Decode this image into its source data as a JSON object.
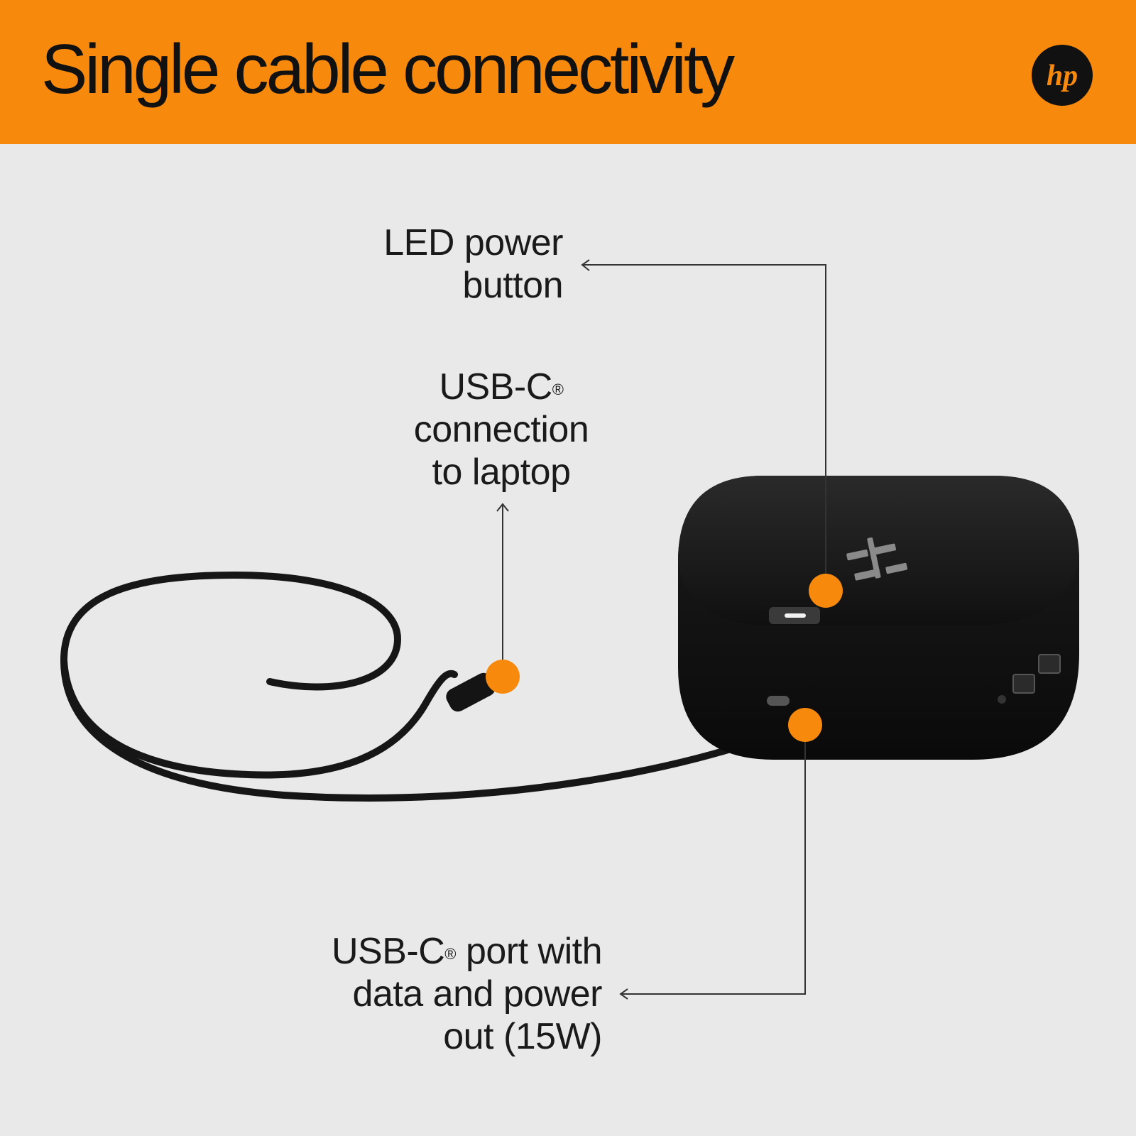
{
  "header": {
    "title": "Single cable connectivity",
    "logo_text": "hp",
    "background_color": "#f7890d"
  },
  "callouts": {
    "led_power_button": {
      "line1": "LED power",
      "line2": "button"
    },
    "usb_c_connection": {
      "line1": "USB-C",
      "line1_mark": "®",
      "line2": "connection",
      "line3": "to laptop"
    },
    "usb_c_port": {
      "line1_a": "USB-C",
      "line1_mark": "®",
      "line1_b": " port with",
      "line2": "data and power",
      "line3": "out (15W)"
    }
  },
  "colors": {
    "accent": "#f7890d",
    "background": "#e9e9e9",
    "dock": "#151515",
    "text": "#111111"
  },
  "icons": {
    "brand": "hp-logo-icon",
    "marker": "orange-dot-icon",
    "arrow": "arrow-head-icon"
  }
}
